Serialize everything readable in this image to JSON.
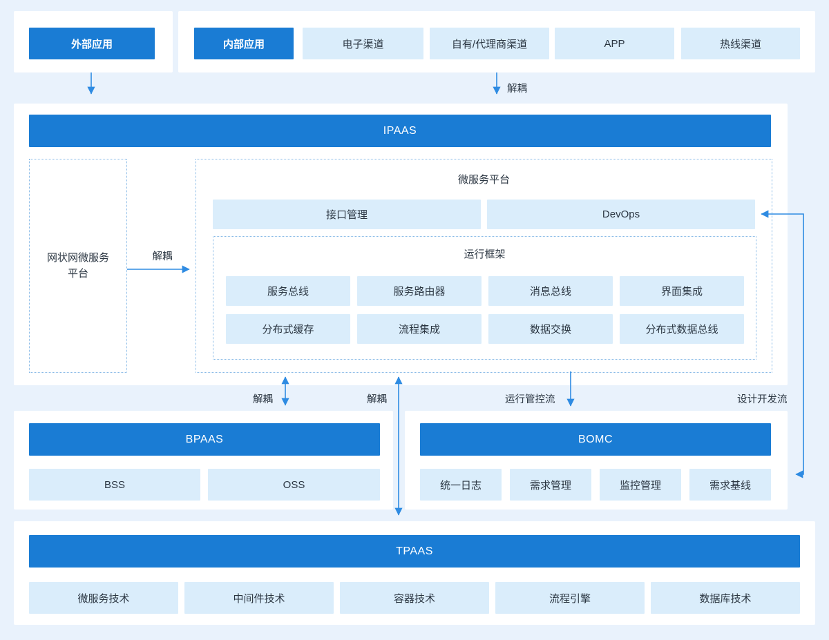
{
  "colors": {
    "primary": "#1a7cd4",
    "cell_light": "#daedfb",
    "page_background": "#e9f2fc",
    "panel_background": "#ffffff",
    "dotted_border": "#85b8e6",
    "arrow": "#2e8be2",
    "text_dark": "#2b3642"
  },
  "top": {
    "external": {
      "label": "外部应用"
    },
    "internal": {
      "label": "内部应用"
    },
    "channels": [
      "电子渠道",
      "自有/代理商渠道",
      "APP",
      "热线渠道"
    ]
  },
  "flows": {
    "decouple_top": "解耦",
    "decouple_mesh": "解耦",
    "decouple_bpaas": "解耦",
    "decouple_tpaas": "解耦",
    "runtime_control_flow": "运行管控流",
    "design_dev_flow": "设计开发流"
  },
  "ipaas": {
    "title": "IPAAS",
    "mesh_platform": "网状网微服务平台",
    "microservice_platform": {
      "title": "微服务平台",
      "interface_mgmt": "接口管理",
      "devops": "DevOps",
      "runtime": {
        "title": "运行框架",
        "items": [
          "服务总线",
          "服务路由器",
          "消息总线",
          "界面集成",
          "分布式缓存",
          "流程集成",
          "数据交换",
          "分布式数据总线"
        ]
      }
    }
  },
  "bpaas": {
    "title": "BPAAS",
    "items": [
      "BSS",
      "OSS"
    ]
  },
  "bomc": {
    "title": "BOMC",
    "items": [
      "统一日志",
      "需求管理",
      "监控管理",
      "需求基线"
    ]
  },
  "tpaas": {
    "title": "TPAAS",
    "items": [
      "微服务技术",
      "中间件技术",
      "容器技术",
      "流程引擎",
      "数据库技术"
    ]
  }
}
